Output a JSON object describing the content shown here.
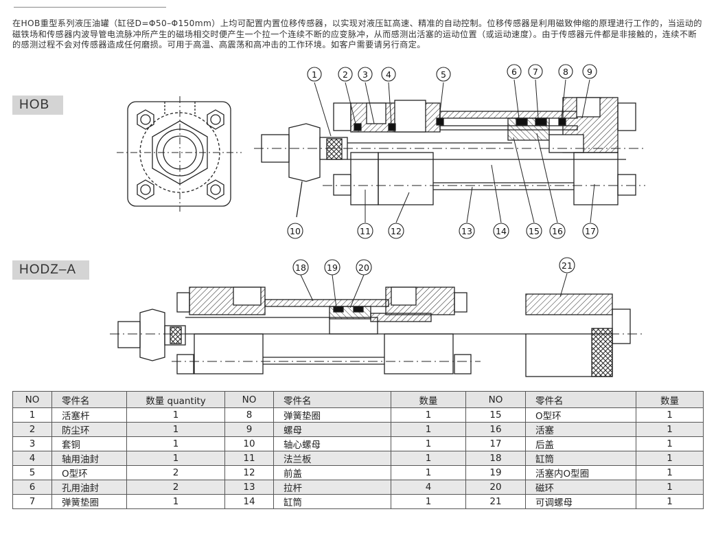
{
  "intro_text": "在HOB重型系列液压油罐（缸径D=Φ50–Φ150mm）上均可配置内置位移传感器，以实现对液压缸高速、精准的自动控制。位移传感器是利用磁致伸缩的原理进行工作的，当运动的磁铁场和传感器内波导管电流脉冲所产生的磁场相交时便产生一个拉一个连续不断的应变脉冲，从而感测出活塞的运动位置（或运动速度）。由于传感器元件都是非接触的，连续不断的感测过程不会对传感器造成任何磨损。可用于高温、高震荡和高冲击的工作环境。如客户需要请另行商定。",
  "sections": {
    "hob_label": "HOB",
    "hodz_label": "HODZ–A"
  },
  "callouts_hob": [
    "1",
    "2",
    "3",
    "4",
    "5",
    "6",
    "7",
    "8",
    "9",
    "10",
    "11",
    "12",
    "13",
    "14",
    "15",
    "16",
    "17"
  ],
  "callouts_hodz": [
    "18",
    "19",
    "20",
    "21"
  ],
  "table": {
    "headers": [
      "NO",
      "零件名",
      "数量 quantity",
      "NO",
      "零件名",
      "数量",
      "NO",
      "零件名",
      "数量"
    ],
    "rows": [
      [
        "1",
        "活塞杆",
        "1",
        "8",
        "弹簧垫圈",
        "1",
        "15",
        "O型环",
        "1"
      ],
      [
        "2",
        "防尘环",
        "1",
        "9",
        "螺母",
        "1",
        "16",
        "活塞",
        "1"
      ],
      [
        "3",
        "套铜",
        "1",
        "10",
        "轴心螺母",
        "1",
        "17",
        "后盖",
        "1"
      ],
      [
        "4",
        "轴用油封",
        "1",
        "11",
        "法兰板",
        "1",
        "18",
        "缸筒",
        "1"
      ],
      [
        "5",
        "O型环",
        "2",
        "12",
        "前盖",
        "1",
        "19",
        "活塞内O型圈",
        "1"
      ],
      [
        "6",
        "孔用油封",
        "2",
        "13",
        "拉杆",
        "4",
        "20",
        "磁环",
        "1"
      ],
      [
        "7",
        "弹簧垫圈",
        "1",
        "14",
        "缸筒",
        "1",
        "21",
        "可调螺母",
        "1"
      ]
    ]
  },
  "colors": {
    "label_bg": "#d4d4d4",
    "header_bg": "#e4e4e4",
    "stripe_bg": "#e8e8e8",
    "line": "#222222"
  }
}
